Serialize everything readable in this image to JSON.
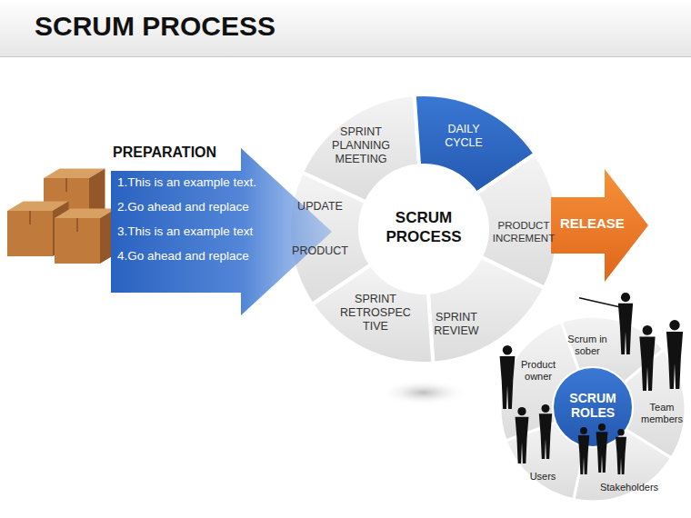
{
  "diagram": {
    "title": "SCRUM PROCESS",
    "nodes": [
      {
        "text": [
          "PREPARATION",
          "1.This is an example text.",
          "2.Go ahead and replace",
          "3.This is an example text",
          "4.Go ahead and replace"
        ]
      },
      {
        "text": [
          "SCRUM PROCESS"
        ]
      },
      {
        "text": [
          "SPRINT PLANNING MEETING"
        ]
      },
      {
        "text": [
          "DAILY CYCLE"
        ]
      },
      {
        "text": [
          "PRODUCT INCREMENT"
        ]
      },
      {
        "text": [
          "SPRINT REVIEW"
        ]
      },
      {
        "text": [
          "SPRINT RETROSPEC TIVE"
        ]
      },
      {
        "text": [
          "UPDATE PRODUCT"
        ]
      },
      {
        "text": [
          "RELEASE"
        ]
      },
      {
        "text": [
          "SCRUM ROLES"
        ]
      },
      {
        "text": [
          "Product owner"
        ]
      },
      {
        "text": [
          "Scrum in sober"
        ]
      },
      {
        "text": [
          "Team members"
        ]
      },
      {
        "text": [
          "Stakeholders"
        ]
      },
      {
        "text": [
          "Users"
        ]
      }
    ]
  }
}
